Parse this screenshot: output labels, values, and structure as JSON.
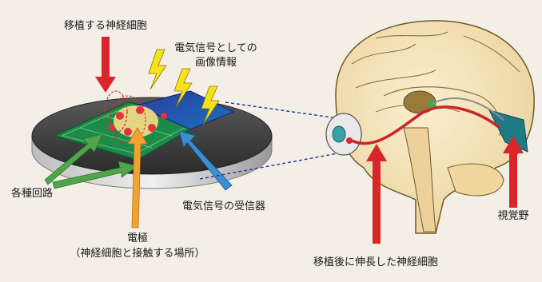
{
  "labels": {
    "transplanted_neuron": "移植する神経細胞",
    "image_info_line1": "電気信号としての",
    "image_info_line2": "画像情報",
    "circuits": "各種回路",
    "receiver": "電気信号の受信器",
    "electrode": "電極",
    "electrode_note": "（神経細胞と接触する場所）",
    "extended_neuron": "移植後に伸長した神経細胞",
    "visual_cortex": "視覚野"
  },
  "colors": {
    "background": "#f3efe6",
    "red_arrow": "#d9262a",
    "green_arrow": "#4fa64a",
    "orange_arrow": "#f2a233",
    "blue_arrow": "#3a8fd4",
    "lightning": "#f6e21a",
    "chip_green": "#1e8a4a",
    "disc_gray": "#3a3a3a",
    "brain_skin": "#f5e2b0",
    "nerve_red": "#c8262a",
    "visual_cortex_teal": "#1f7a86"
  }
}
